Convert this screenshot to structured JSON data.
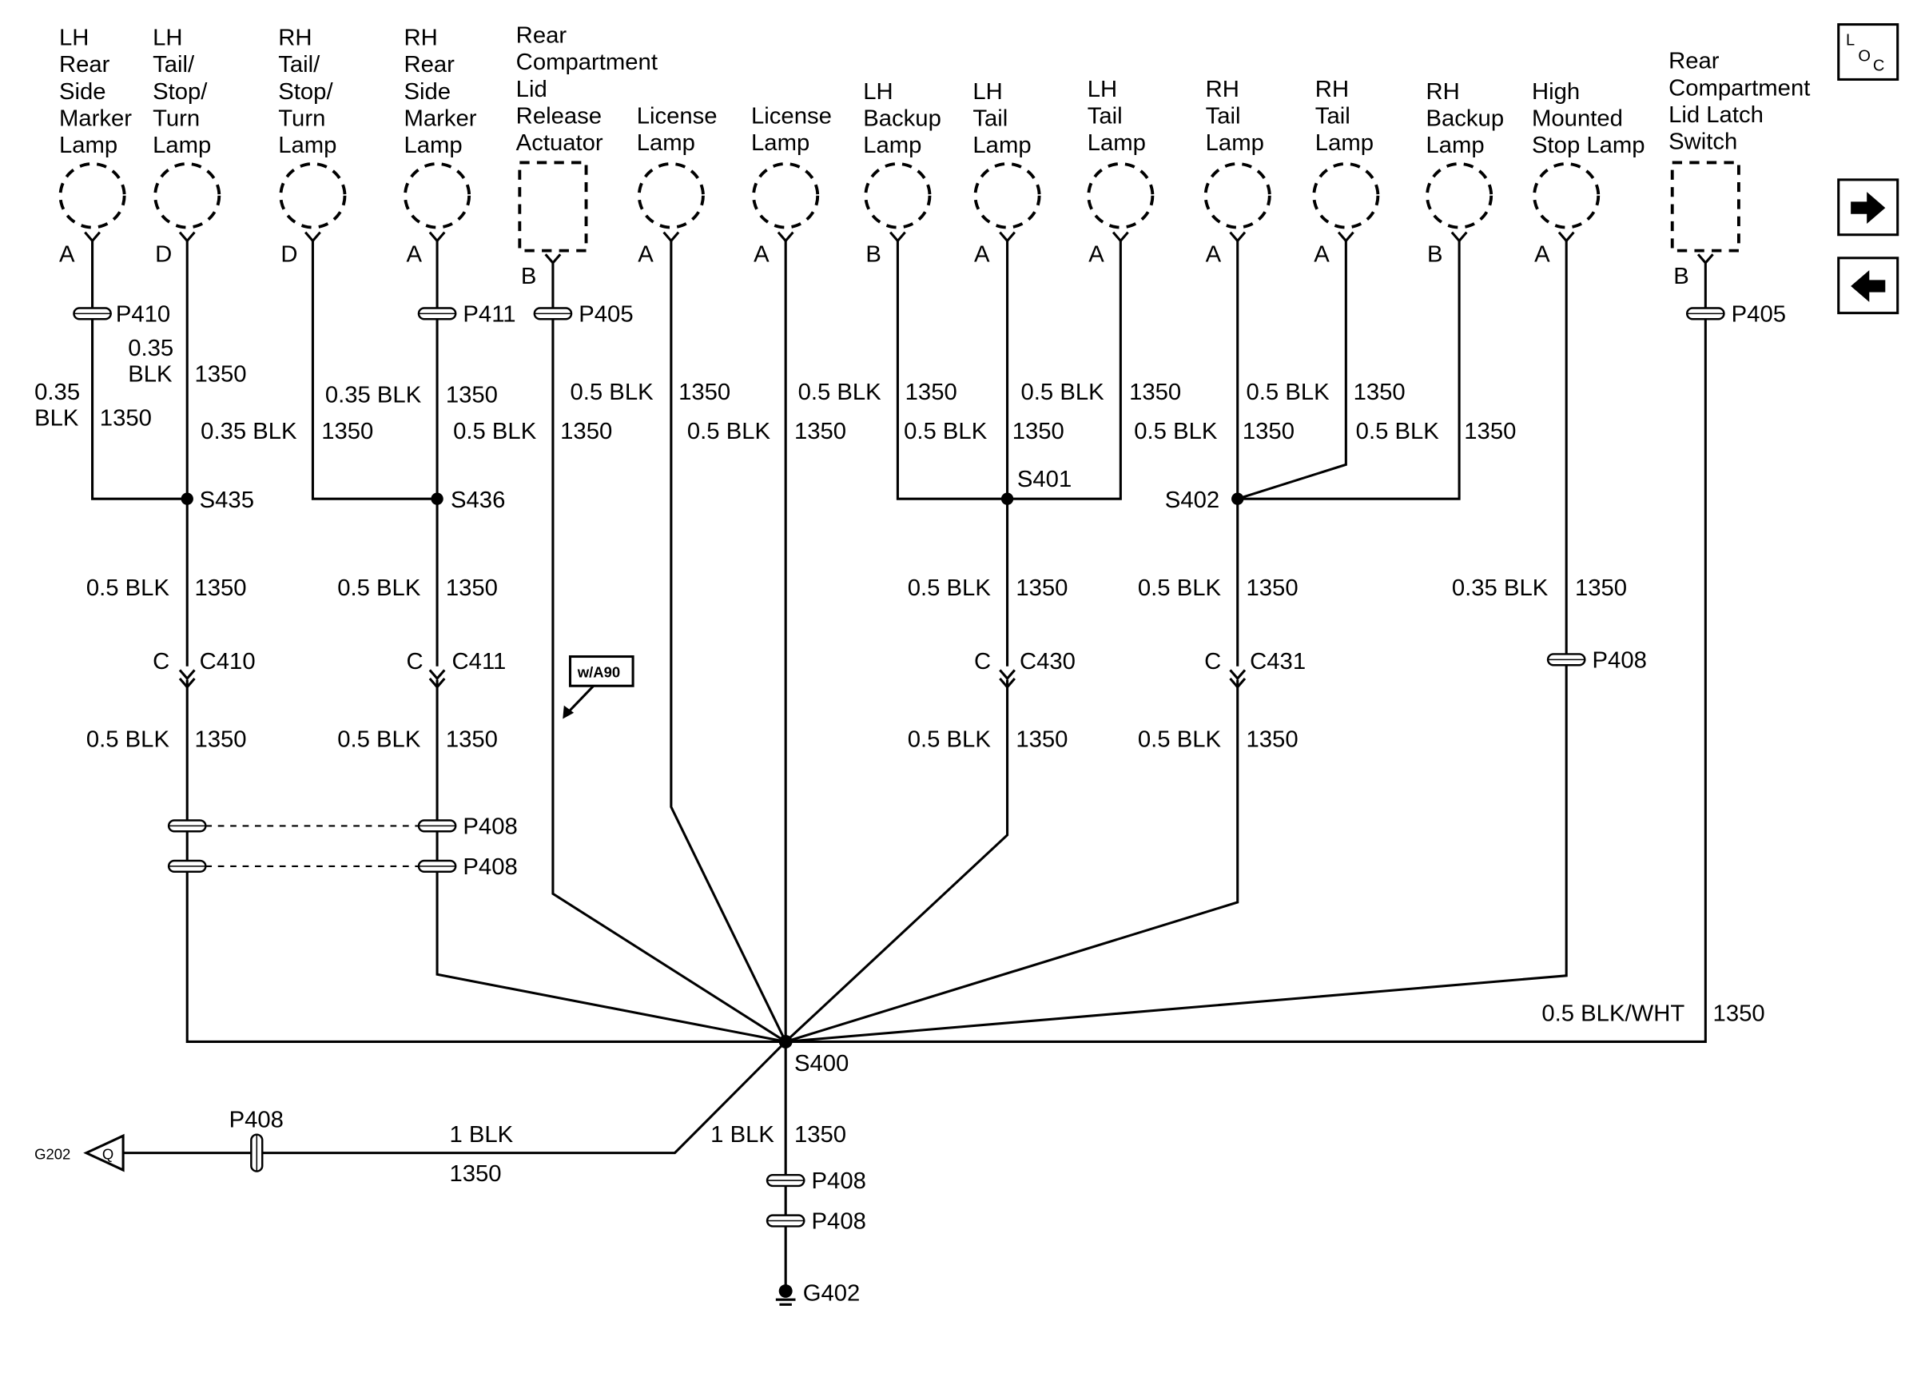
{
  "components": {
    "lh_rear_side_marker": [
      "LH",
      "Rear",
      "Side",
      "Marker",
      "Lamp"
    ],
    "lh_tail_stop_turn": [
      "LH",
      "Tail/",
      "Stop/",
      "Turn",
      "Lamp"
    ],
    "rh_tail_stop_turn": [
      "RH",
      "Tail/",
      "Stop/",
      "Turn",
      "Lamp"
    ],
    "rh_rear_side_marker": [
      "RH",
      "Rear",
      "Side",
      "Marker",
      "Lamp"
    ],
    "rear_lid_release_actuator": [
      "Rear",
      "Compartment",
      "Lid",
      "Release",
      "Actuator"
    ],
    "license_lamp_1": [
      "License",
      "Lamp"
    ],
    "license_lamp_2": [
      "License",
      "Lamp"
    ],
    "lh_backup_lamp": [
      "LH",
      "Backup",
      "Lamp"
    ],
    "lh_tail_lamp_1": [
      "LH",
      "Tail",
      "Lamp"
    ],
    "lh_tail_lamp_2": [
      "LH",
      "Tail",
      "Lamp"
    ],
    "rh_tail_lamp_1": [
      "RH",
      "Tail",
      "Lamp"
    ],
    "rh_tail_lamp_2": [
      "RH",
      "Tail",
      "Lamp"
    ],
    "rh_backup_lamp": [
      "RH",
      "Backup",
      "Lamp"
    ],
    "high_mounted_stop_lamp": [
      "High",
      "Mounted",
      "Stop Lamp"
    ],
    "rear_lid_latch_switch": [
      "Rear",
      "Compartment",
      "Lid Latch",
      "Switch"
    ]
  },
  "pins": {
    "lh_rear_side_marker": "A",
    "lh_tail_stop_turn": "D",
    "rh_tail_stop_turn": "D",
    "rh_rear_side_marker": "A",
    "rear_lid_release_actuator": "B",
    "license_lamp_1": "A",
    "license_lamp_2": "A",
    "lh_backup_lamp": "B",
    "lh_tail_lamp_1": "A",
    "lh_tail_lamp_2": "A",
    "rh_tail_lamp_1": "A",
    "rh_tail_lamp_2": "A",
    "rh_backup_lamp": "B",
    "high_mounted_stop_lamp": "A",
    "rear_lid_latch_switch": "B"
  },
  "connectors": {
    "p410": "P410",
    "p411": "P411",
    "p405_left": "P405",
    "p405_right": "P405",
    "p408_stop": "P408",
    "p408_upper": "P408",
    "p408_lower": "P408",
    "p408_g202": "P408",
    "p408_ground_1": "P408",
    "p408_ground_2": "P408",
    "c410": "C410",
    "c411": "C411",
    "c430": "C430",
    "c431": "C431",
    "c_pin": "C"
  },
  "splices": {
    "s435": "S435",
    "s436": "S436",
    "s401": "S401",
    "s402": "S402",
    "s400": "S400"
  },
  "grounds": {
    "g202": "G202",
    "g202_pin": "Q",
    "g402": "G402"
  },
  "wires": {
    "w035_split_a": "0.35",
    "w035_split_b": "BLK",
    "w035blk": "0.35 BLK",
    "w05blk": "0.5 BLK",
    "w05blkwht": "0.5 BLK/WHT",
    "w1blk": "1 BLK",
    "circuit": "1350"
  },
  "option_label": "w/A90",
  "loc_icon": {
    "l": "L",
    "o": "O",
    "c": "C"
  }
}
